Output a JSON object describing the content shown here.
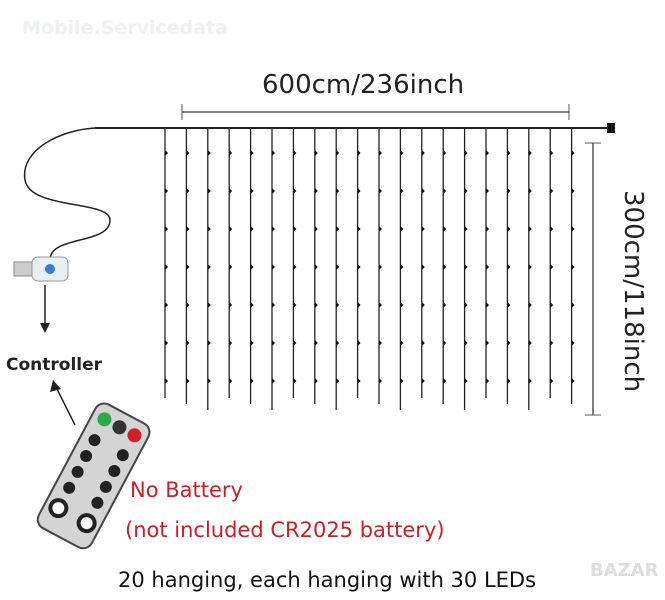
{
  "watermark": "Mobile.Servicedata",
  "watermark2": "BAZAR",
  "width_label": "600cm/236inch",
  "height_label": "300cm/118inch",
  "controller_label": "Controller",
  "no_battery": "No Battery",
  "battery_note": "(not included CR2025 battery)",
  "caption": "20 hanging, each hanging with 30 LEDs",
  "strand_count": 20,
  "colors": {
    "warning": "#c8202a",
    "text": "#222222"
  }
}
